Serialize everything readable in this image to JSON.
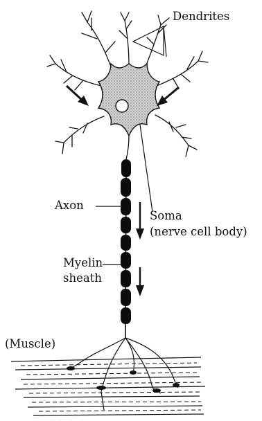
{
  "labels": {
    "dendrites": "Dendrites",
    "soma": "Soma",
    "soma_sub": "(nerve cell body)",
    "axon": "Axon",
    "myelin": "Myelin",
    "sheath": "sheath",
    "muscle": "(Muscle)"
  }
}
